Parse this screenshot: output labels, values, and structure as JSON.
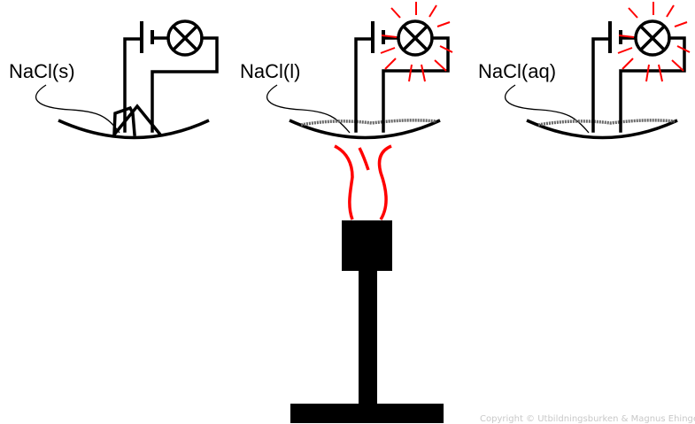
{
  "setups": [
    {
      "label": "NaCl(s)",
      "state": "solid",
      "lamp_lit": false
    },
    {
      "label": "NaCl(l)",
      "state": "molten",
      "lamp_lit": true
    },
    {
      "label": "NaCl(aq)",
      "state": "aqueous",
      "lamp_lit": true
    }
  ],
  "burner": {
    "flame_color": "#ff0000"
  },
  "colors": {
    "ink": "#000000",
    "glow": "#ff0000",
    "copyright": "#c8c8c8"
  },
  "copyright": "Copyright © Utbildningsburken & Magnus Ehinger"
}
